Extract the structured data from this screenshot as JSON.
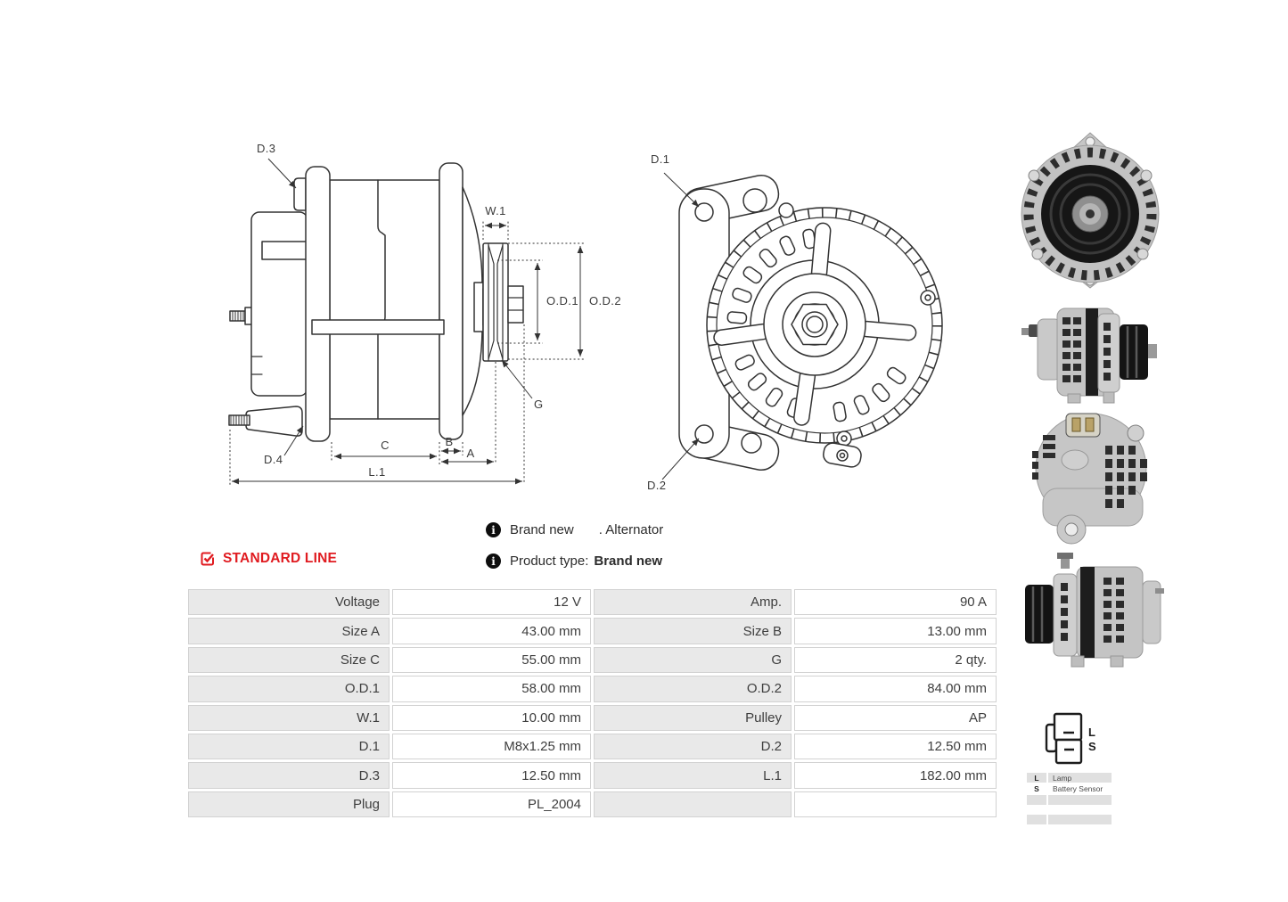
{
  "page": {
    "background": "#ffffff"
  },
  "colors": {
    "accent_red": "#e01b20",
    "drawing_line": "#333333",
    "table_label_bg": "#e9e9e9",
    "table_border": "#d2d2d2",
    "text": "#3e3e3e"
  },
  "info_lines": {
    "line1": {
      "icon": "info-icon",
      "text": "Brand new",
      "secondary": ". Alternator"
    },
    "line2": {
      "icon": "info-icon",
      "text": "Product type:",
      "value": "Brand new"
    }
  },
  "standard_line": {
    "icon": "checked-checkbox-icon",
    "label": "STANDARD LINE"
  },
  "spec_table": {
    "rows": [
      {
        "label1": "Voltage",
        "value1": "12 V",
        "label2": "Amp.",
        "value2": "90 A"
      },
      {
        "label1": "Size A",
        "value1": "43.00 mm",
        "label2": "Size B",
        "value2": "13.00 mm"
      },
      {
        "label1": "Size C",
        "value1": "55.00 mm",
        "label2": "G",
        "value2": "2 qty."
      },
      {
        "label1": "O.D.1",
        "value1": "58.00 mm",
        "label2": "O.D.2",
        "value2": "84.00 mm"
      },
      {
        "label1": "W.1",
        "value1": "10.00 mm",
        "label2": "Pulley",
        "value2": "AP"
      },
      {
        "label1": "D.1",
        "value1": "M8x1.25 mm",
        "label2": "D.2",
        "value2": "12.50 mm"
      },
      {
        "label1": "D.3",
        "value1": "12.50 mm",
        "label2": "L.1",
        "value2": "182.00 mm"
      },
      {
        "label1": "Plug",
        "value1": "PL_2004",
        "label2": "",
        "value2": ""
      }
    ]
  },
  "side_view": {
    "labels": {
      "d3": "D.3",
      "d4": "D.4",
      "w1": "W.1",
      "od1": "O.D.1",
      "od2": "O.D.2",
      "g": "G",
      "c": "C",
      "b": "B",
      "a": "A",
      "l1": "L.1"
    }
  },
  "front_view": {
    "labels": {
      "d1": "D.1",
      "d2": "D.2"
    }
  },
  "plug": {
    "pins": [
      {
        "label": "L"
      },
      {
        "label": "S"
      }
    ],
    "legend": [
      {
        "key": "L",
        "name": "Lamp"
      },
      {
        "key": "S",
        "name": "Battery Sensor"
      }
    ]
  },
  "photos": [
    {
      "name": "alternator-front-view-photo"
    },
    {
      "name": "alternator-side-view-pulley-right-photo"
    },
    {
      "name": "alternator-rear-view-photo"
    },
    {
      "name": "alternator-side-view-pulley-left-photo"
    }
  ]
}
